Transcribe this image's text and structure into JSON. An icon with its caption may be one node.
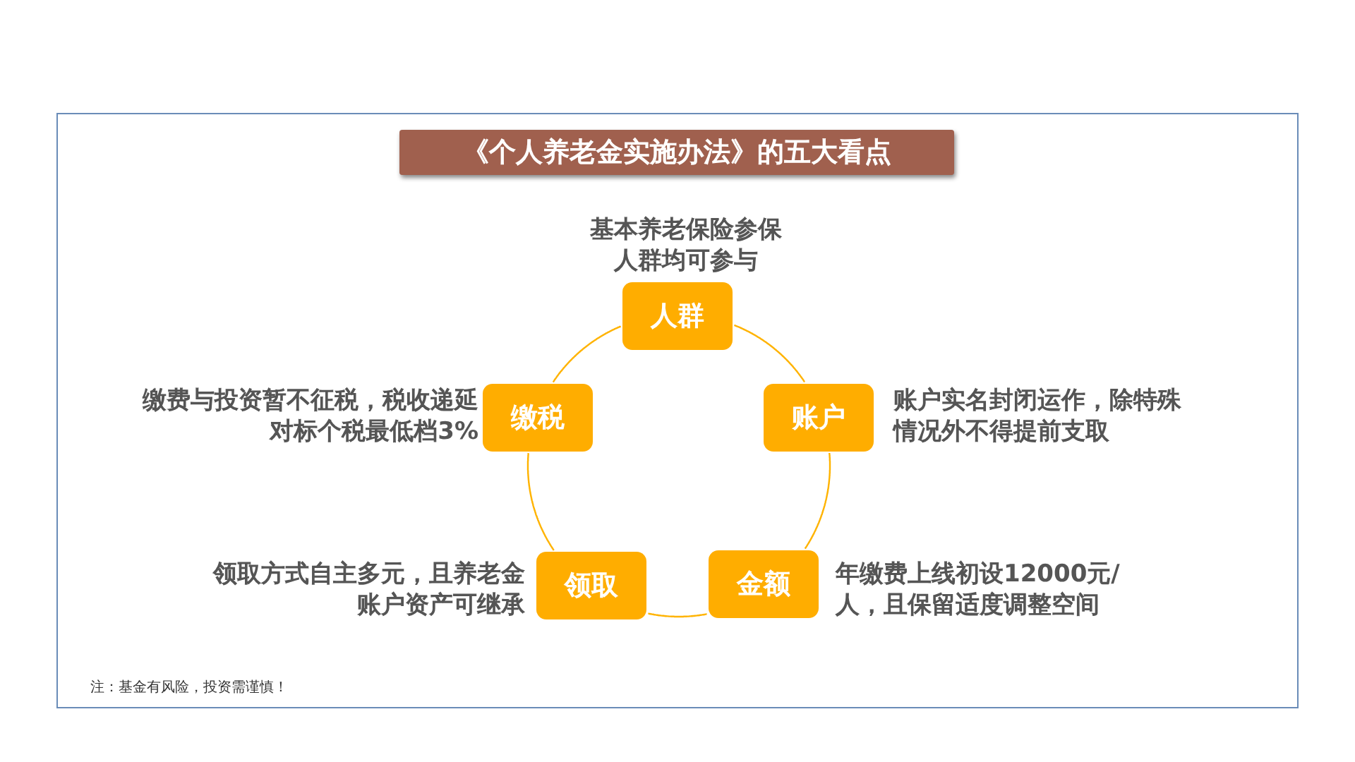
{
  "diagram": {
    "title": "《个人养老金实施办法》的五大看点",
    "nodes": [
      {
        "text": [
          "人群"
        ],
        "beside": [
          "基本养老保险参保人群均可参与"
        ]
      },
      {
        "text": [
          "账户"
        ],
        "beside": [
          "账户实名封闭运作，除特殊情况外不得提前支取"
        ]
      },
      {
        "text": [
          "金额"
        ],
        "beside": [
          "年缴费上线初设12000元/人，且保留适度调整空间"
        ]
      },
      {
        "text": [
          "领取"
        ],
        "beside": [
          "领取方式自主多元，且养老金账户资产可继承"
        ]
      },
      {
        "text": [
          "缴税"
        ],
        "beside": [
          "缴费与投资暂不征税，税收递延对标个税最低档3%"
        ]
      }
    ],
    "edges": [
      {
        "from": 0,
        "to": 1,
        "arrow": "none"
      },
      {
        "from": 1,
        "to": 2,
        "arrow": "none"
      },
      {
        "from": 2,
        "to": 3,
        "arrow": "none"
      },
      {
        "from": 3,
        "to": 4,
        "arrow": "none"
      },
      {
        "from": 4,
        "to": 0,
        "arrow": "none"
      }
    ],
    "labels": [
      "注：基金有风险，投资需谨慎！"
    ]
  }
}
